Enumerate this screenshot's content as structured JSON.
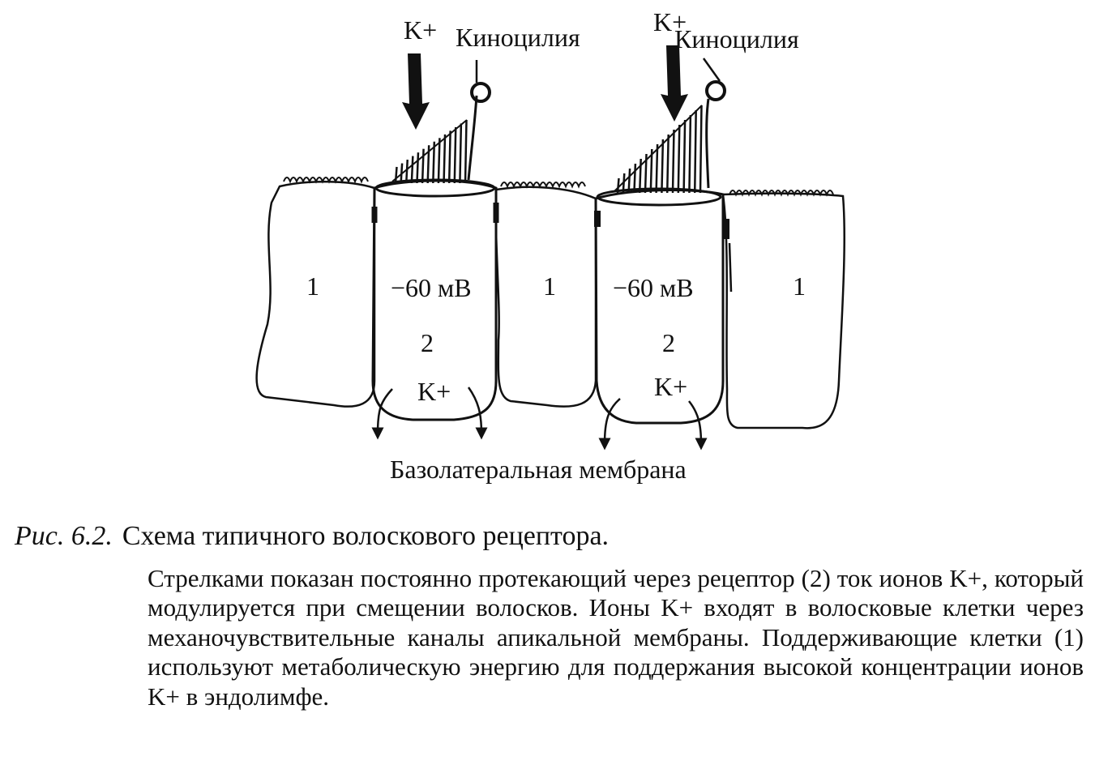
{
  "figure": {
    "labels": {
      "ion_left": "K+",
      "ion_right": "K+",
      "kinocilium_left": "Киноцилия",
      "kinocilium_right": "Киноцилия",
      "support_cell_1": "1",
      "support_cell_2": "1",
      "support_cell_3": "1",
      "receptor_1_potential": "−60 мВ",
      "receptor_2_potential": "−60 мВ",
      "receptor_1_number": "2",
      "receptor_2_number": "2",
      "receptor_1_ion": "K+",
      "receptor_2_ion": "K+",
      "membrane": "Базолатеральная мембрана"
    }
  },
  "caption": {
    "figure_number": "Рис. 6.2.",
    "title": "Схема типичного волоскового рецептора."
  },
  "description": "Стрелками показан постоянно протекающий через рецептор (2) ток ионов K+, который модулируется при смещении волосков. Ионы K+ входят в волосковые клетки через механочувствительные каналы апикальной мембраны. Поддерживающие клетки (1) используют метаболическую энергию для поддержания высокой концентрации ионов K+ в эндолимфе."
}
